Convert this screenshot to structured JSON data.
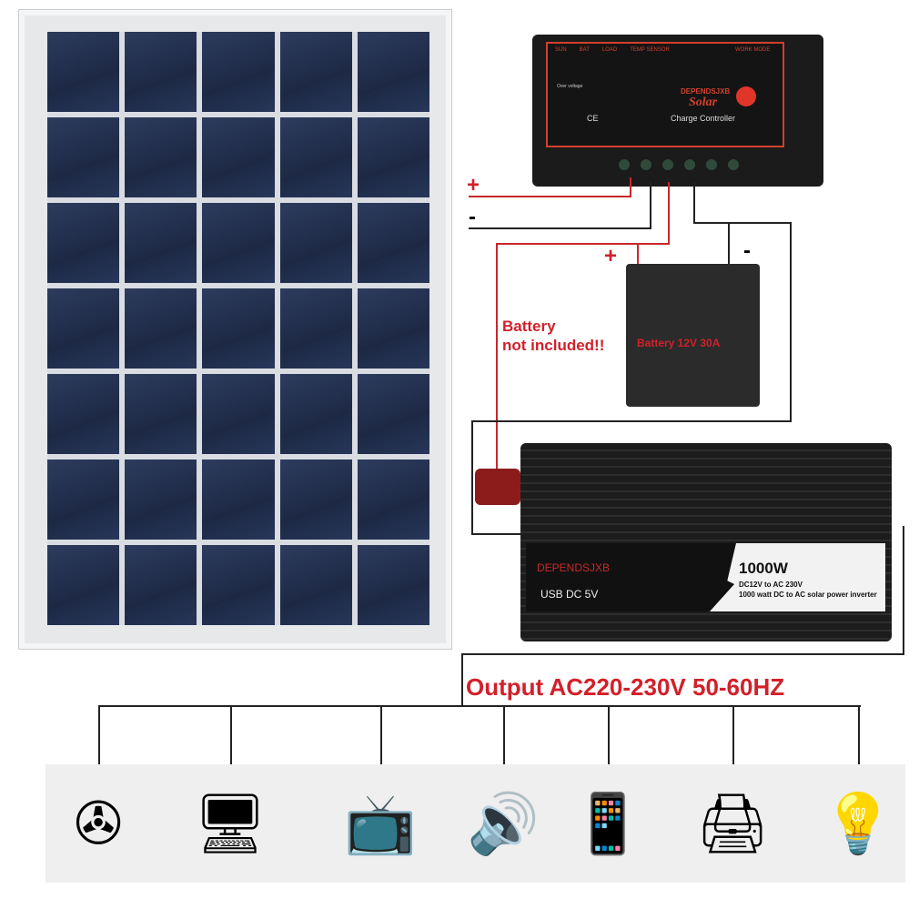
{
  "controller": {
    "indicators": [
      "SUN",
      "BAT",
      "LOAD",
      "TEMP SENSOR"
    ],
    "work_mode": "WORK MODE",
    "brand": "DEPENDSJXB",
    "product": "Solar",
    "subtitle": "Charge Controller",
    "ce_mark": "CE",
    "over_voltage": "Over voltage"
  },
  "wiring": {
    "plus": "+",
    "minus": "-"
  },
  "battery": {
    "label": "Battery  12V 30A",
    "note_line1": "Battery",
    "note_line2": "not included!!"
  },
  "inverter": {
    "brand": "DEPENDSJXB",
    "usb": "USB  DC  5V",
    "power": "1000W",
    "spec1": "DC12V to AC 230V",
    "spec2": "1000 watt DC to AC solar power inverter"
  },
  "output_label": "Output AC220-230V 50-60HZ",
  "appliances": [
    {
      "name": "fan-icon",
      "glyph": "✇"
    },
    {
      "name": "computer-icon",
      "glyph": "🖥"
    },
    {
      "name": "tv-icon",
      "glyph": "📺"
    },
    {
      "name": "speakers-icon",
      "glyph": "🔊"
    },
    {
      "name": "phone-icon",
      "glyph": "📱"
    },
    {
      "name": "printer-icon",
      "glyph": "🖨"
    },
    {
      "name": "lamp-icon",
      "glyph": "💡"
    }
  ],
  "colors": {
    "wire_red": "#c8282b",
    "wire_black": "#222222",
    "accent_red": "#d2202a",
    "panel_cell": "#1d2944"
  }
}
